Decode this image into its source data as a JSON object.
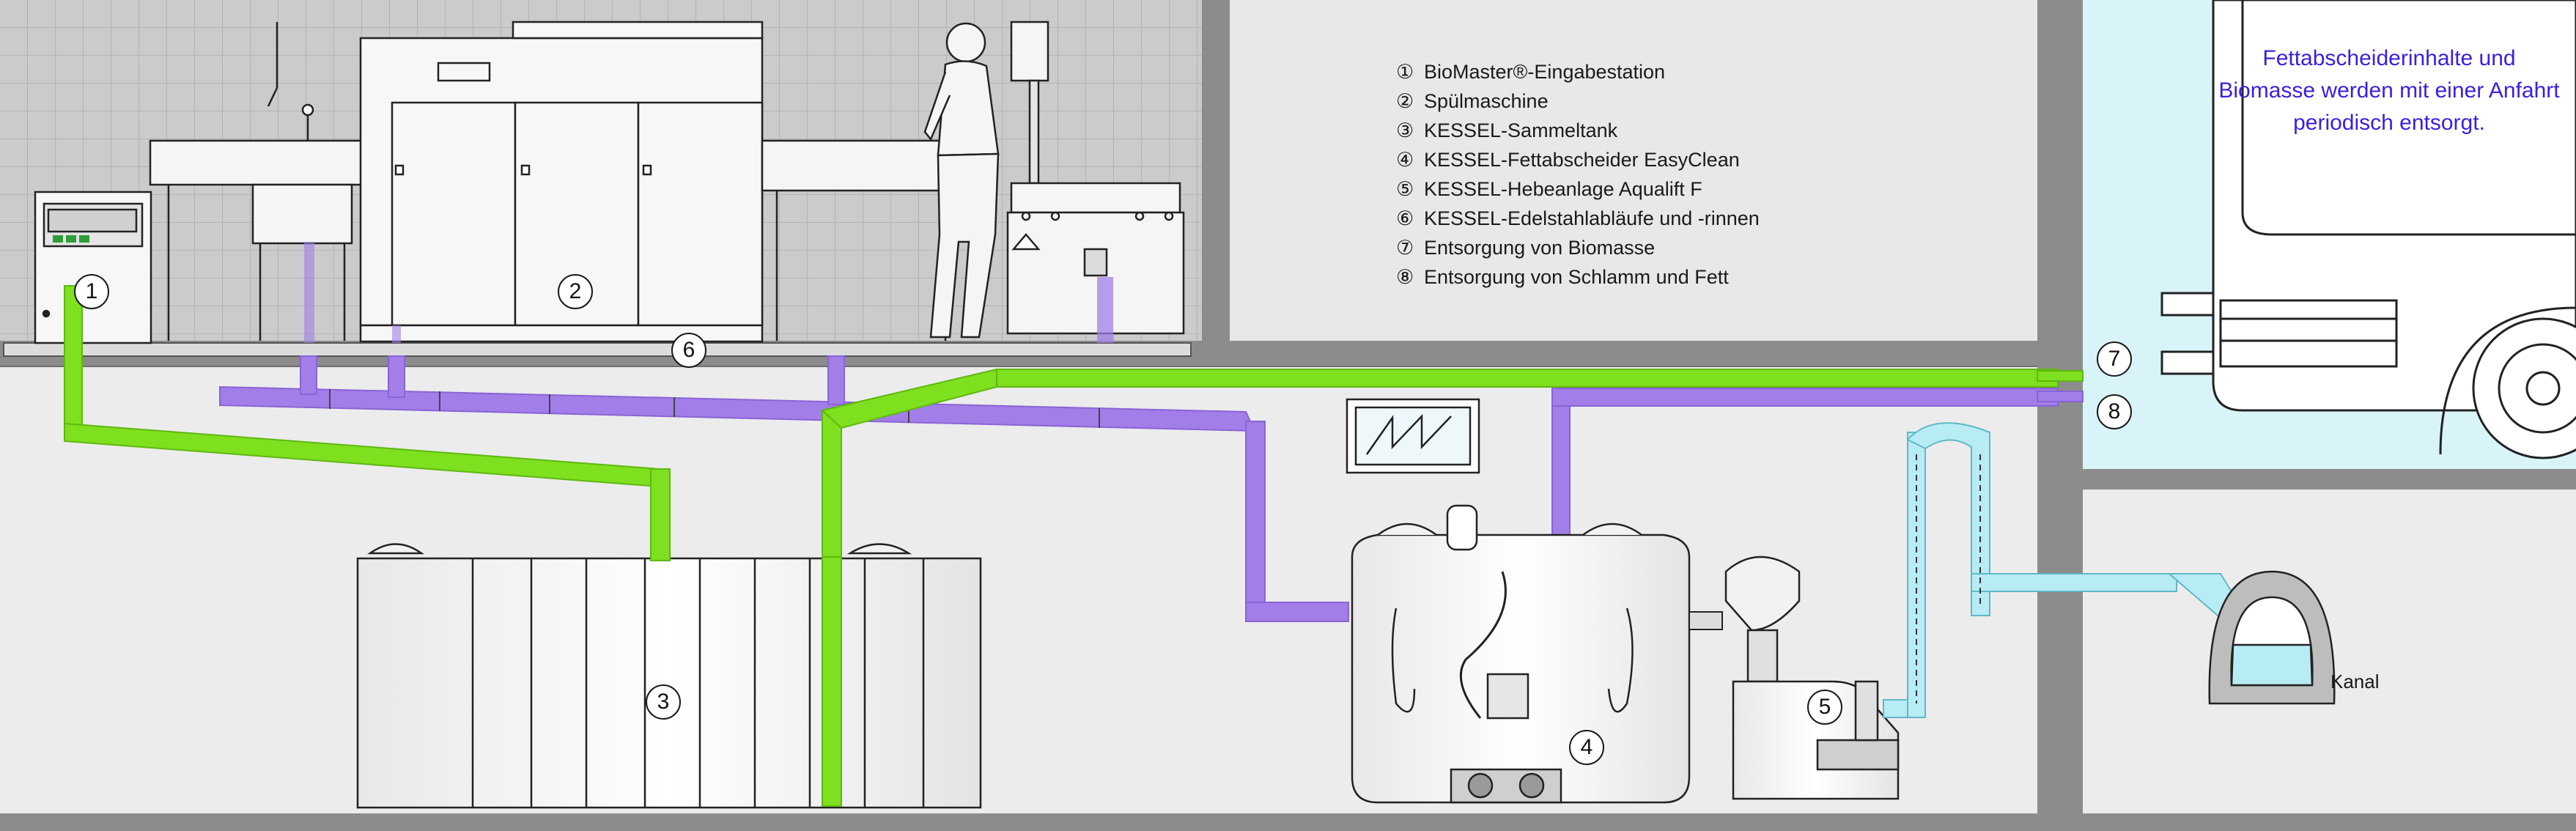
{
  "legend": [
    {
      "num": "①",
      "text": "BioMaster®-Eingabestation"
    },
    {
      "num": "②",
      "text": "Spülmaschine"
    },
    {
      "num": "③",
      "text": "KESSEL-Sammeltank"
    },
    {
      "num": "④",
      "text": "KESSEL-Fettabscheider EasyClean"
    },
    {
      "num": "⑤",
      "text": "KESSEL-Hebeanlage Aqualift F"
    },
    {
      "num": "⑥",
      "text": "KESSEL-Edelstahlabläufe und -rinnen"
    },
    {
      "num": "⑦",
      "text": "Entsorgung von Biomasse"
    },
    {
      "num": "⑧",
      "text": "Entsorgung von Schlamm und Fett"
    }
  ],
  "truck_note": "Fettabscheiderinhalte und Biomasse werden mit einer Anfahrt periodisch entsorgt.",
  "kanal_label": "Kanal",
  "callouts": {
    "c1": "1",
    "c2": "2",
    "c3": "3",
    "c4": "4",
    "c5": "5",
    "c6": "6",
    "c7": "7",
    "c8": "8"
  },
  "colors": {
    "biomass_pipe": "#7ee01e",
    "grease_pipe": "#a27ee8",
    "wastewater_pipe": "#b8ecf4",
    "tile_wall": "#c9c9c9",
    "concrete": "#8c8c8c",
    "basement": "#ececec",
    "note_text": "#3b1fe0"
  }
}
